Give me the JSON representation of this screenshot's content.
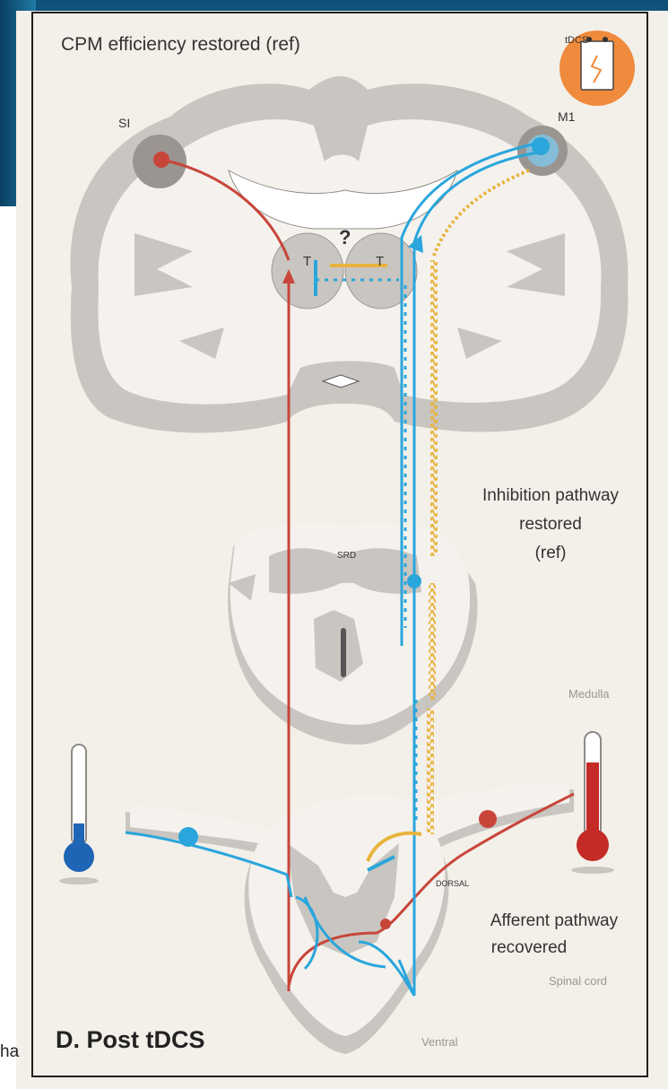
{
  "figure": {
    "title": "CPM efficiency restored (ref)",
    "tdcs_badge_label": "tDCS",
    "panel_label": "D. Post tDCS",
    "side_fragment": "ha"
  },
  "labels": {
    "s1": "SI",
    "m1": "M1",
    "thalamus_left": "T",
    "thalamus_right": "T",
    "question_mark": "?",
    "inhibition_line1": "Inhibition pathway",
    "inhibition_line2": "restored",
    "inhibition_line3": "(ref)",
    "srd": "SRD",
    "medulla": "Medulla",
    "dorsal": "DORSAL",
    "afferent_line1": "Afferent pathway",
    "afferent_line2": "recovered",
    "spinal_cord": "Spinal cord",
    "ventral": "Ventral"
  },
  "colors": {
    "afferent_red": "#c8453a",
    "inhibitory_blue": "#2aa6dc",
    "modulation_yellow": "#e8b33c",
    "tissue_gray": "#c9c5c0",
    "tdcs_orange": "#f08a3c",
    "cold_blue": "#1f65b5",
    "hot_red": "#c42a26"
  },
  "icons": [
    "tdcs-device-icon",
    "cold-thermometer-icon",
    "hot-thermometer-icon"
  ]
}
